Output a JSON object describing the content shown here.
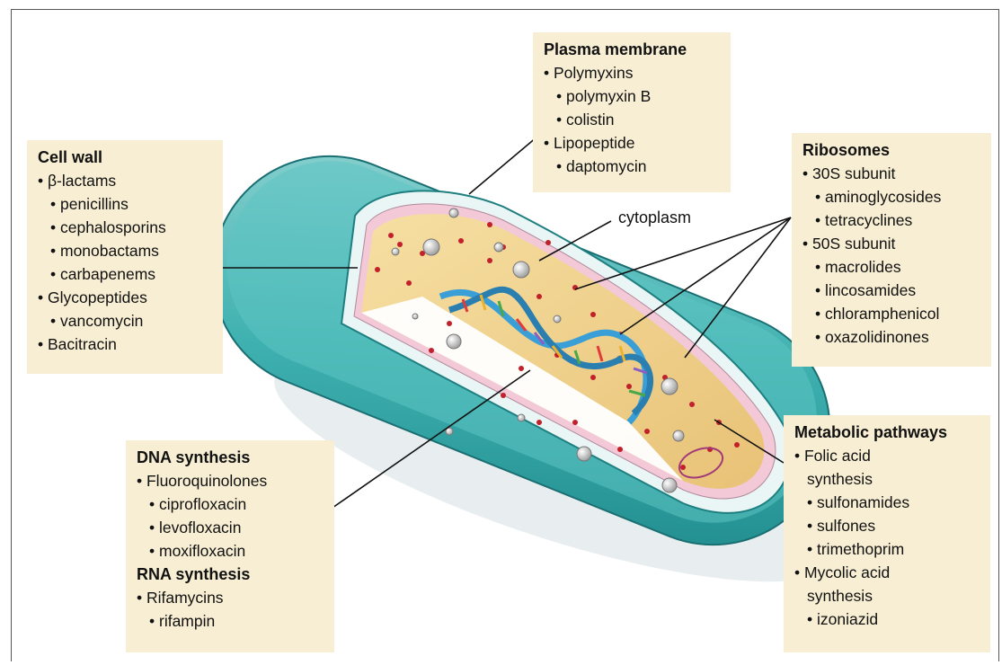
{
  "cell_wall": {
    "title": "Cell wall",
    "items": [
      "• β-lactams",
      "• penicillins",
      "• cephalosporins",
      "• monobactams",
      "• carbapenems",
      "• Glycopeptides",
      "• vancomycin",
      "• Bacitracin"
    ]
  },
  "plasma_membrane": {
    "title": "Plasma membrane",
    "items": [
      "• Polymyxins",
      "• polymyxin B",
      "• colistin",
      "• Lipopeptide",
      "• daptomycin"
    ]
  },
  "ribosomes": {
    "title": "Ribosomes",
    "items": [
      "• 30S subunit",
      "• aminoglycosides",
      "• tetracyclines",
      "• 50S subunit",
      "• macrolides",
      "• lincosamides",
      "• chloramphenicol",
      "• oxazolidinones"
    ]
  },
  "metabolic": {
    "title": "Metabolic pathways",
    "items": [
      "• Folic acid",
      "synthesis",
      "• sulfonamides",
      "• sulfones",
      "• trimethoprim",
      "• Mycolic acid",
      "synthesis",
      "• izoniazid"
    ]
  },
  "dna": {
    "title": "DNA synthesis",
    "items": [
      "• Fluoroquinolones",
      "• ciprofloxacin",
      "• levofloxacin",
      "• moxifloxacin"
    ],
    "title2": "RNA synthesis",
    "items2": [
      "• Rifamycins",
      "• rifampin"
    ]
  },
  "cytoplasm_label": "cytoplasm",
  "colors": {
    "box_fill": "#f7eed3",
    "cell_wall": "#3fb5b4",
    "cytoplasm": "#f2d48e",
    "dna_blue": "#3a9fd6",
    "ribosome_dots": "#c2202a"
  }
}
